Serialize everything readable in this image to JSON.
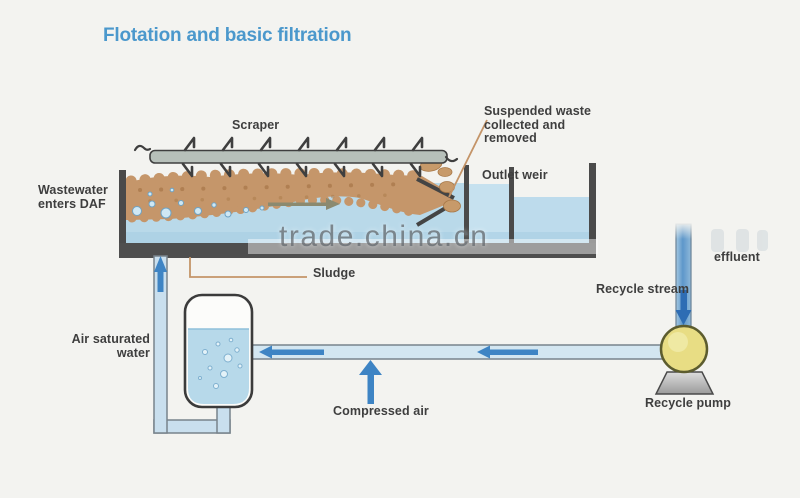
{
  "title": "Flotation and basic filtration",
  "watermark": "trade.china.cn",
  "labels": {
    "scraper": "Scraper",
    "suspended_waste": "Suspended waste\ncollected and\nremoved",
    "outlet_weir": "Outlet weir",
    "wastewater": "Wastewater\nenters DAF",
    "sludge": "Sludge",
    "air_saturated_water": "Air saturated\nwater",
    "compressed_air": "Compressed air",
    "recycle_stream": "Recycle stream",
    "effluent": "effluent",
    "recycle_pump": "Recycle pump"
  },
  "colors": {
    "background": "#f3f3f0",
    "title-blue": "#4b98cc",
    "label-text": "#3e3e3e",
    "froth-tan": "#c5966a",
    "water-blue": "#b9d9e9",
    "pipe-fill": "#d3e6f1",
    "arrow-blue": "#3e84c4",
    "structure-gray": "#4a4a4a",
    "pump-yellow": "#e8dd84",
    "connector-tan": "#c49468",
    "watermark-gray": "#6d7277"
  }
}
